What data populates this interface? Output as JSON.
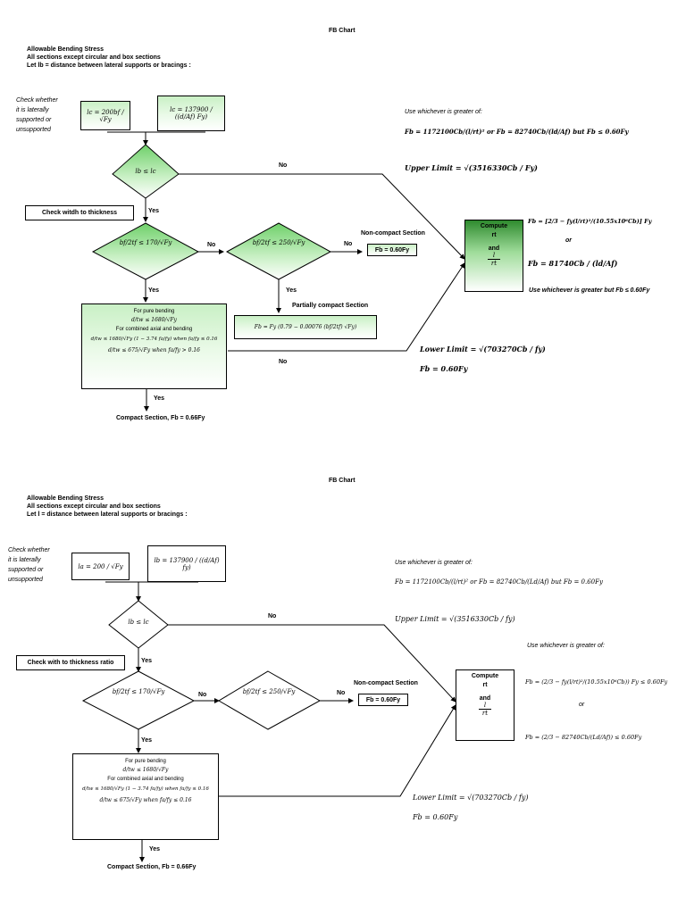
{
  "top": {
    "title": "FB Chart",
    "header": [
      "Allowable Bending Stress",
      "All sections except circular and box sections",
      "Let lb = distance between lateral supports or bracings :"
    ],
    "check_note": [
      "Check whether",
      "it is laterally",
      "supported or",
      "unsupported"
    ],
    "lc1": "lc = 200bf / √Fy",
    "lc2": "lc = 137900 / ((d/Af) Fy)",
    "cond_lb": "lb ≤ lc",
    "check_width": "Check witdh to thickness",
    "cond_bf170": "bf/2tf ≤ 170/√Fy",
    "cond_bf250": "bf/2tf ≤ 250/√Fy",
    "noncompact_label": "Non-compact Section",
    "noncompact_fb": "Fb = 0.60Fy",
    "partial_label": "Partially compact Section",
    "partial_formula": "Fb = Fy (0.79 − 0.00076 (bf/2tf) √Fy)",
    "compact_box": [
      "For pure bending",
      "d/tw ≤ 1680/√Fy",
      "For combined axial and bending",
      "d/tw ≤ 1680/√Fy (1 − 3.74 fa/fy) when fa/fy ≤ 0.16",
      "d/tw ≤ 675/√Fy when fa/fy > 0.16"
    ],
    "compact_label": "Compact Section, Fb = 0.66Fy",
    "yes": "Yes",
    "no": "No",
    "use_greater": "Use whichever is greater of:",
    "fb_eq1": "Fb = 1172100Cb/(l/rt)² or Fb = 82740Cb/(ld/Af) but Fb ≤ 0.60Fy",
    "upper_limit": "Upper Limit = √(3516330Cb / Fy)",
    "lower_limit": "Lower Limit = √(703270Cb / fy)",
    "fb_060": "Fb = 0.60Fy",
    "compute": [
      "Compute",
      "rt",
      "and",
      "l",
      "rt"
    ],
    "right_eq1": "Fb = [2/3 − fy(l/rt)²/(10.55x10⁶Cb)] Fy",
    "or": "or",
    "right_eq2": "Fb = 81740Cb / (ld/Af)",
    "use_greater_but": "Use whichever is greater but Fb ≤ 0.60Fy"
  },
  "bottom": {
    "title": "FB Chart",
    "header": [
      "Allowable Bending Stress",
      "All sections except circular and box sections",
      "Let l = distance between lateral supports or bracings :"
    ],
    "check_note": [
      "Check whether",
      "it is laterally",
      "supported or",
      "unsupported"
    ],
    "lc1": "la = 200 / √Fy",
    "lc2": "lb = 137900 / ((d/Af) fy)",
    "cond_lb": "lb ≤ lc",
    "check_width": "Check with to thickness ratio",
    "cond_bf170": "bf/2tf ≤ 170/√Fy",
    "cond_bf250": "bf/2tf ≤ 250/√Fy",
    "noncompact_label": "Non-compact Section",
    "noncompact_fb": "Fb = 0.60Fy",
    "compact_box": [
      "For pure bending",
      "d/tw ≤ 1680/√Fy",
      "For combined axial and bending",
      "d/tw ≤ 1680/√Fy (1 − 3.74 fa/fy) when fa/fy ≤ 0.16",
      "d/tw ≤ 675/√Fy when fa/fy ≤ 0.16"
    ],
    "compact_label": "Compact Section, Fb = 0.66Fy",
    "yes": "Yes",
    "no": "No",
    "use_greater": "Use whichever is greater of:",
    "fb_eq1": "Fb = 1172100Cb/(l/rt)² or Fb = 82740Cb/(Ld/Af) but Fb = 0.60Fy",
    "upper_limit": "Upper Limit = √(3516330Cb / fy)",
    "lower_limit": "Lower Limit = √(703270Cb / fy)",
    "fb_060": "Fb = 0.60Fy",
    "compute": [
      "Compute",
      "rt",
      "and",
      "l",
      "rt"
    ],
    "use_greater2": "Use whichever is greater of:",
    "right_eq1": "Fb = (2/3 − fy(l/rt)²/(10.55x10⁶Cb)) Fy ≤ 0.60Fy",
    "or": "or",
    "right_eq2": "Fb = (2/3 − 82740Cb/(Ld/Af)) ≤ 0.60Fy"
  },
  "colors": {
    "green_dark": "#2f8b2f",
    "green_light": "#c9f0c5"
  }
}
